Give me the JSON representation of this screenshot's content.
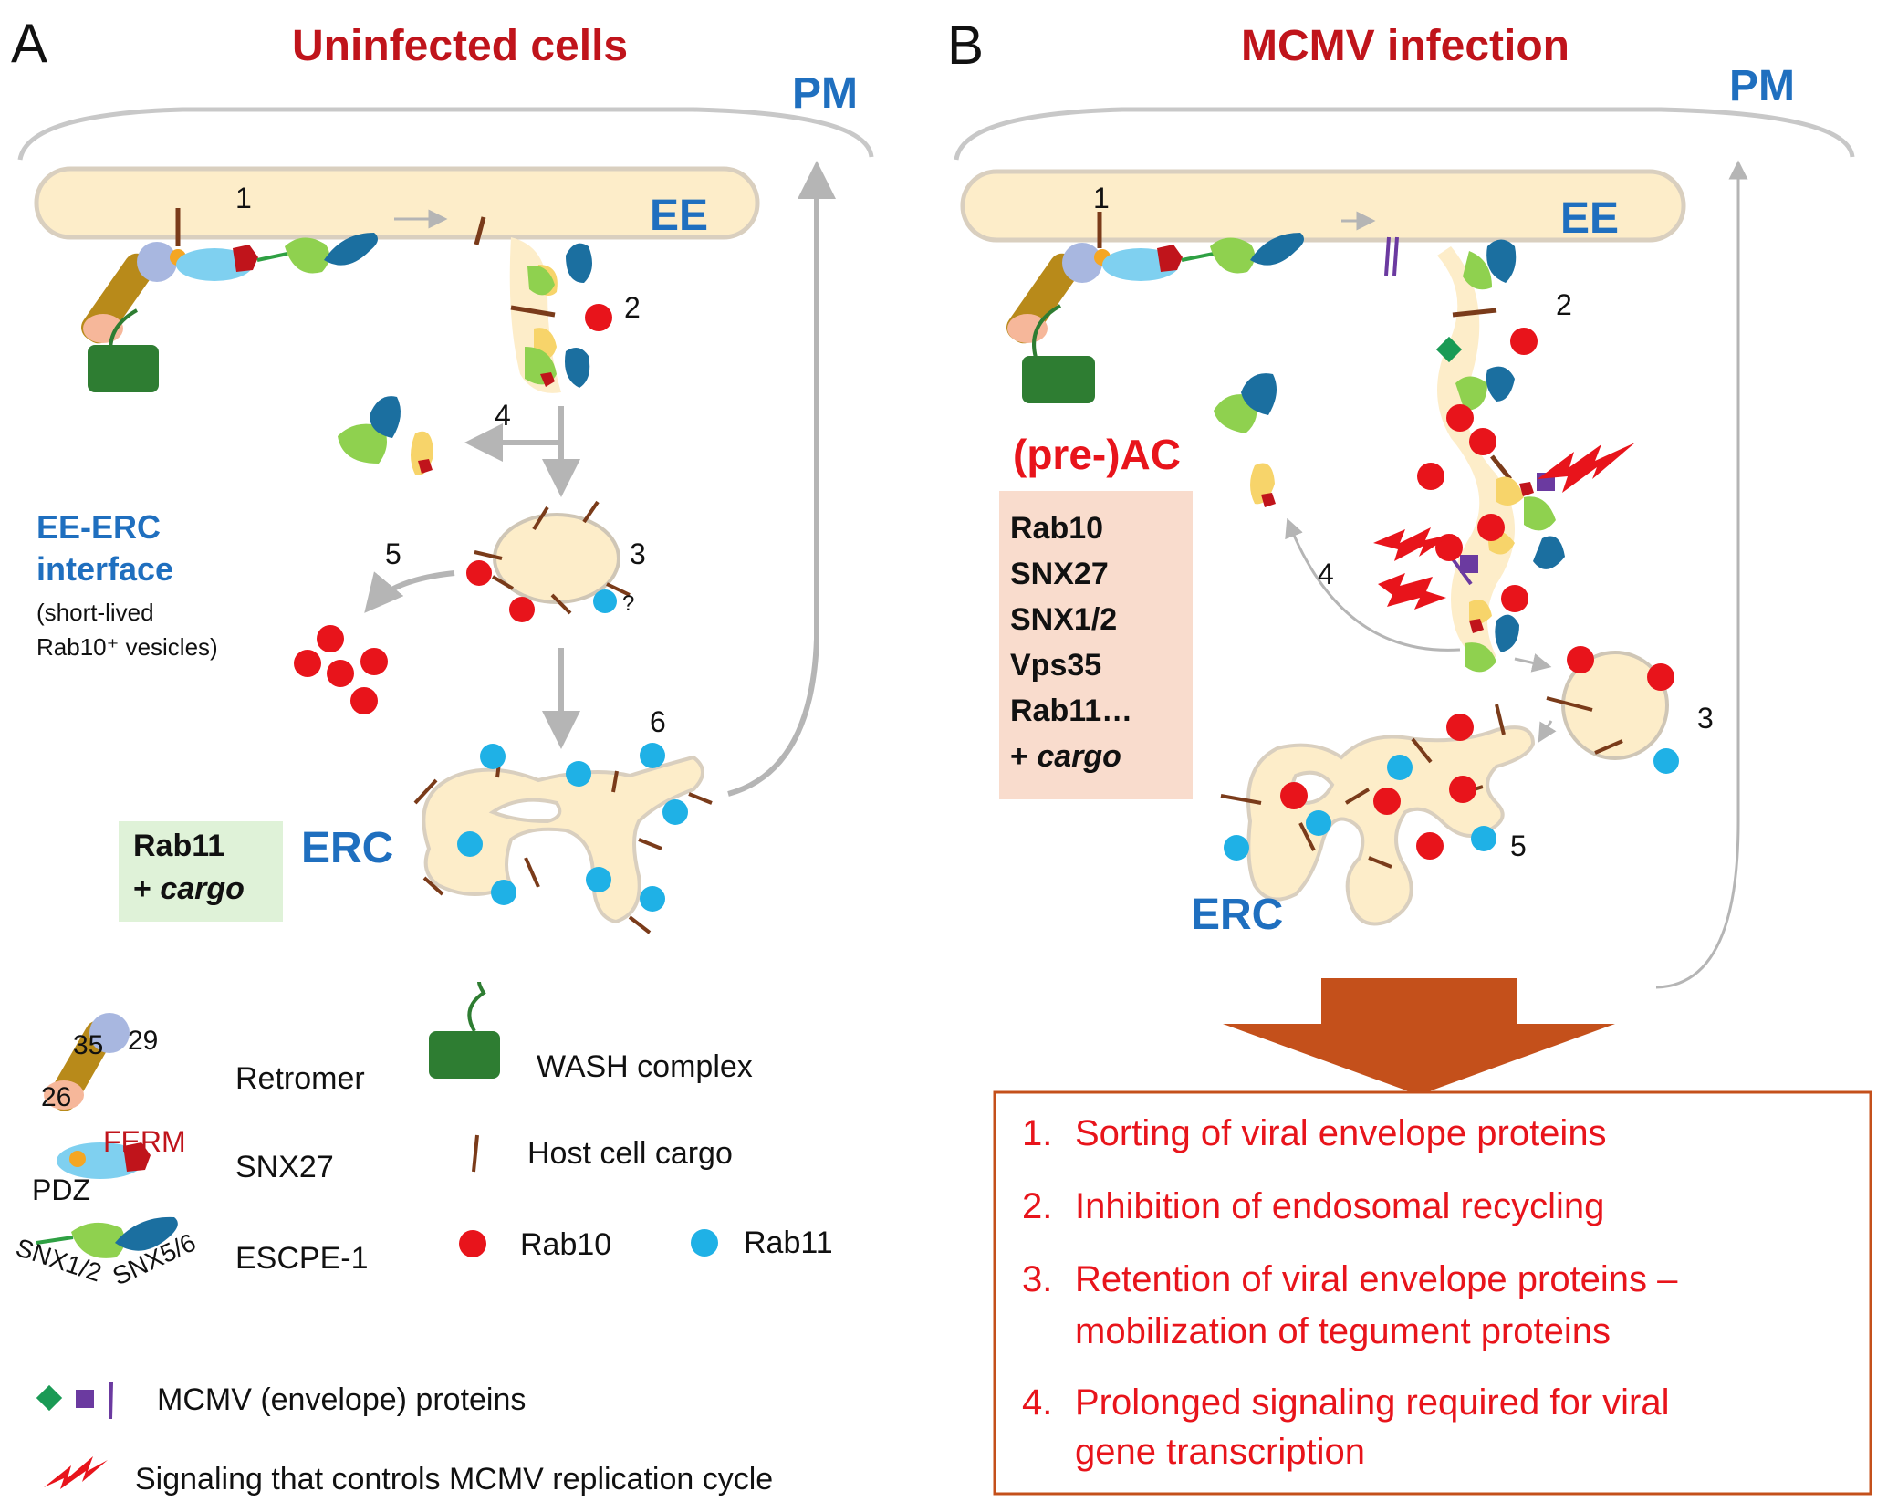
{
  "panels": {
    "a": {
      "letter": "A",
      "title": "Uninfected cells",
      "pm": "PM",
      "ee": "EE",
      "erc": "ERC",
      "interface_title_1": "EE-ERC",
      "interface_title_2": "interface",
      "interface_note_1": "(short-lived",
      "interface_note_2": "Rab10⁺  vesicles)",
      "question": "?",
      "box_line1": "Rab11",
      "box_line2_prefix": "+ ",
      "box_line2_italic": "cargo"
    },
    "b": {
      "letter": "B",
      "title": "MCMV infection",
      "pm": "PM",
      "ee": "EE",
      "erc": "ERC",
      "ac_title": "(pre-)AC",
      "ac_items": [
        "Rab10",
        "SNX27",
        "SNX1/2",
        "Vps35",
        "Rab11…"
      ],
      "ac_cargo_prefix": "+ ",
      "ac_cargo_italic": "cargo"
    }
  },
  "step_numbers": {
    "s1": "1",
    "s2": "2",
    "s3": "3",
    "s4": "4",
    "s5": "5",
    "s6": "6"
  },
  "legend": {
    "retromer_35": "35",
    "retromer_29": "29",
    "retromer_26": "26",
    "retromer": "Retromer",
    "ferm": "FERM",
    "pdz": "PDZ",
    "snx27": "SNX27",
    "snx12": "SNX1/2",
    "snx56": "SNX5/6",
    "escpe": "ESCPE-1",
    "wash": "WASH complex",
    "cargo": "Host cell cargo",
    "rab10": "Rab10",
    "rab11": "Rab11",
    "mcmv_proteins": "MCMV  (envelope) proteins",
    "signaling": "Signaling that controls MCMV replication cycle"
  },
  "outcomes": [
    {
      "num": "1.",
      "lines": [
        "Sorting of viral envelope proteins"
      ]
    },
    {
      "num": "2.",
      "lines": [
        "Inhibition  of endosomal recycling"
      ]
    },
    {
      "num": "3.",
      "lines": [
        "Retention  of  viral  envelope  proteins  –",
        "mobilization  of tegument proteins"
      ]
    },
    {
      "num": "4.",
      "lines": [
        "Prolonged  signaling  required  for  viral",
        "gene transcription"
      ]
    }
  ],
  "colors": {
    "rab10": "#e8141b",
    "rab11": "#1fb1e6",
    "ee_fill": "#fdedc9",
    "wash": "#2e7d32",
    "title_red": "#c0141b",
    "label_blue": "#1f6fbf",
    "outcome_red": "#e8141b",
    "arrow_brown": "#c4501b",
    "ac_box": "#f9dccd",
    "rab11_box": "#dff2d8",
    "cargo": "#7a3b1a"
  },
  "icons": [
    "retromer-icon",
    "snx27-icon",
    "escpe1-icon",
    "wash-complex-icon",
    "cargo-icon",
    "rab10-icon",
    "rab11-icon",
    "mcmv-protein-icon",
    "signaling-bolt-icon"
  ]
}
